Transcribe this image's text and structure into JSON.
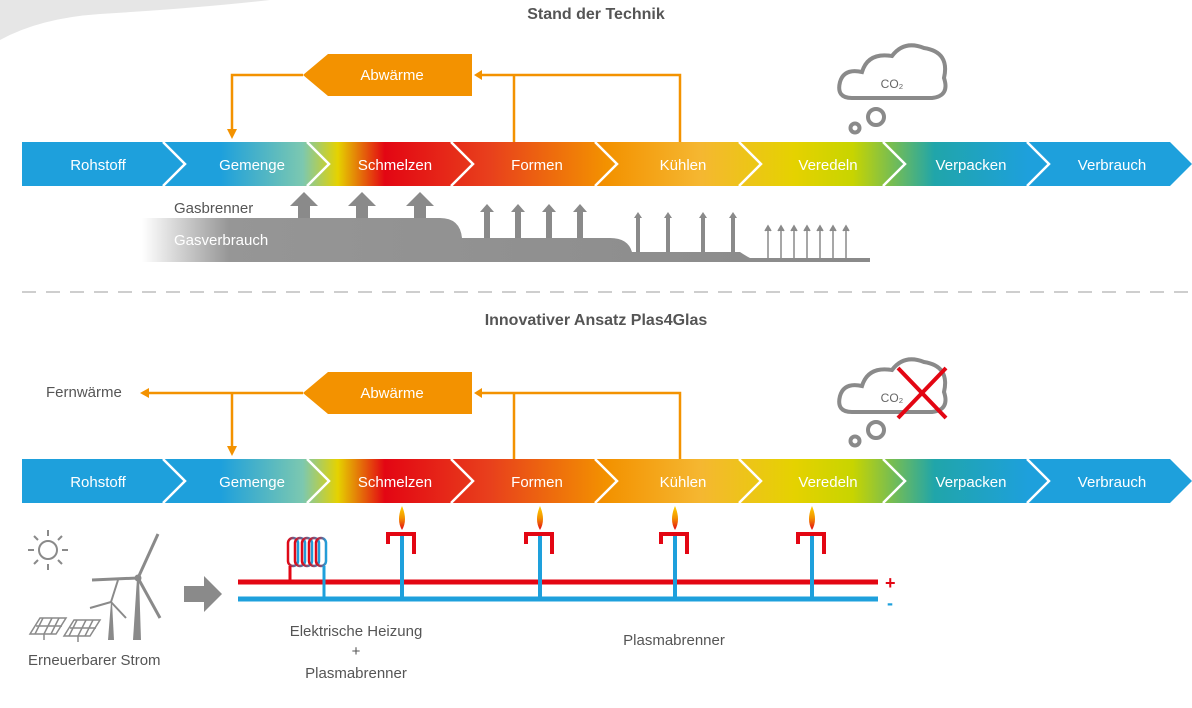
{
  "top": {
    "title": "Stand der Technik",
    "stages": [
      "Rohstoff",
      "Gemenge",
      "Schmelzen",
      "Formen",
      "Kühlen",
      "Veredeln",
      "Verpacken",
      "Verbrauch"
    ],
    "waste_heat": "Abwärme",
    "co2": "CO₂",
    "gas_burner": "Gasbrenner",
    "gas_consumption": "Gasverbrauch"
  },
  "bottom": {
    "title": "Innovativer Ansatz Plas4Glas",
    "stages": [
      "Rohstoff",
      "Gemenge",
      "Schmelzen",
      "Formen",
      "Kühlen",
      "Veredeln",
      "Verpacken",
      "Verbrauch"
    ],
    "waste_heat": "Abwärme",
    "district_heat": "Fernwärme",
    "co2": "CO₂",
    "renewable": "Erneuerbarer Strom",
    "electric_heating_line1": "Elektrische Heizung",
    "electric_heating_plus": "+",
    "electric_heating_line2": "Plasmabrenner",
    "plasma_burner": "Plasmabrenner",
    "plus_sign": "+",
    "minus_sign": "-"
  },
  "colors": {
    "orange": "#F39200",
    "blue": "#1EA0DC",
    "red": "#E30613",
    "gray": "#8A8A8A",
    "yellow": "#E5D200"
  }
}
